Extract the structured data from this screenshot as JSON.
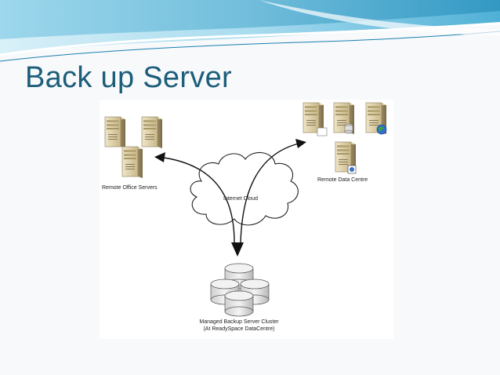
{
  "slide": {
    "title": "Back up Server"
  },
  "colors": {
    "title": "#1c5d7a",
    "banner_light": "#bfe6f4",
    "banner_mid": "#5bb6d8",
    "banner_dark": "#1a7fae"
  },
  "diagram": {
    "remote_office_label": "Remote Office Servers",
    "remote_dc_label": "Remote Data Centre",
    "cloud_label": "Internet Cloud",
    "cluster_label_line1": "Managed Backup Server Cluster",
    "cluster_label_line2": "(At ReadySpace DataCentre)"
  }
}
